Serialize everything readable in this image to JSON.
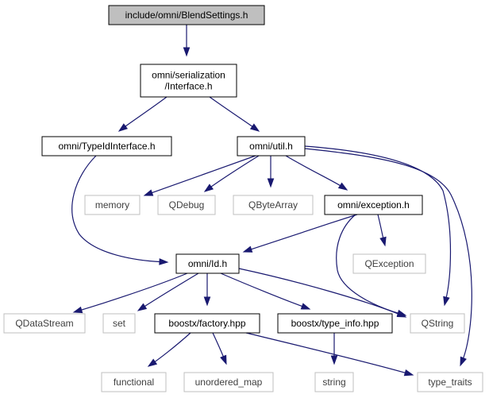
{
  "colors": {
    "edge": "#191970",
    "root_fill": "#bfbfbf",
    "local_border": "#000000",
    "external_border": "#bfbfbf",
    "external_text": "#404040",
    "text": "#000000",
    "background": "#ffffff"
  },
  "nodes": [
    {
      "id": "blend",
      "label": "include/omni/BlendSettings.h",
      "kind": "root"
    },
    {
      "id": "serial",
      "label": "omni/serialization\n/Interface.h",
      "kind": "local"
    },
    {
      "id": "typeid",
      "label": "omni/TypeIdInterface.h",
      "kind": "local"
    },
    {
      "id": "util",
      "label": "omni/util.h",
      "kind": "local"
    },
    {
      "id": "memory",
      "label": "memory",
      "kind": "external"
    },
    {
      "id": "qdebug",
      "label": "QDebug",
      "kind": "external"
    },
    {
      "id": "qbytearray",
      "label": "QByteArray",
      "kind": "external"
    },
    {
      "id": "exception",
      "label": "omni/exception.h",
      "kind": "local"
    },
    {
      "id": "qexception",
      "label": "QException",
      "kind": "external"
    },
    {
      "id": "id",
      "label": "omni/Id.h",
      "kind": "local"
    },
    {
      "id": "qdatastream",
      "label": "QDataStream",
      "kind": "external"
    },
    {
      "id": "set",
      "label": "set",
      "kind": "external"
    },
    {
      "id": "factory",
      "label": "boostx/factory.hpp",
      "kind": "local"
    },
    {
      "id": "typeinfo",
      "label": "boostx/type_info.hpp",
      "kind": "local"
    },
    {
      "id": "qstring",
      "label": "QString",
      "kind": "external"
    },
    {
      "id": "functional",
      "label": "functional",
      "kind": "external"
    },
    {
      "id": "unordered",
      "label": "unordered_map",
      "kind": "external"
    },
    {
      "id": "string",
      "label": "string",
      "kind": "external"
    },
    {
      "id": "typetraits",
      "label": "type_traits",
      "kind": "external"
    }
  ],
  "edges": [
    {
      "from": "blend",
      "to": "serial"
    },
    {
      "from": "serial",
      "to": "typeid"
    },
    {
      "from": "serial",
      "to": "util"
    },
    {
      "from": "typeid",
      "to": "id"
    },
    {
      "from": "util",
      "to": "memory"
    },
    {
      "from": "util",
      "to": "qdebug"
    },
    {
      "from": "util",
      "to": "qbytearray"
    },
    {
      "from": "util",
      "to": "exception"
    },
    {
      "from": "util",
      "to": "qstring"
    },
    {
      "from": "util",
      "to": "typetraits"
    },
    {
      "from": "exception",
      "to": "id"
    },
    {
      "from": "exception",
      "to": "qexception"
    },
    {
      "from": "exception",
      "to": "qstring"
    },
    {
      "from": "id",
      "to": "qdatastream"
    },
    {
      "from": "id",
      "to": "set"
    },
    {
      "from": "id",
      "to": "factory"
    },
    {
      "from": "id",
      "to": "typeinfo"
    },
    {
      "from": "id",
      "to": "qstring"
    },
    {
      "from": "factory",
      "to": "functional"
    },
    {
      "from": "factory",
      "to": "unordered"
    },
    {
      "from": "factory",
      "to": "typetraits"
    },
    {
      "from": "typeinfo",
      "to": "string"
    }
  ]
}
